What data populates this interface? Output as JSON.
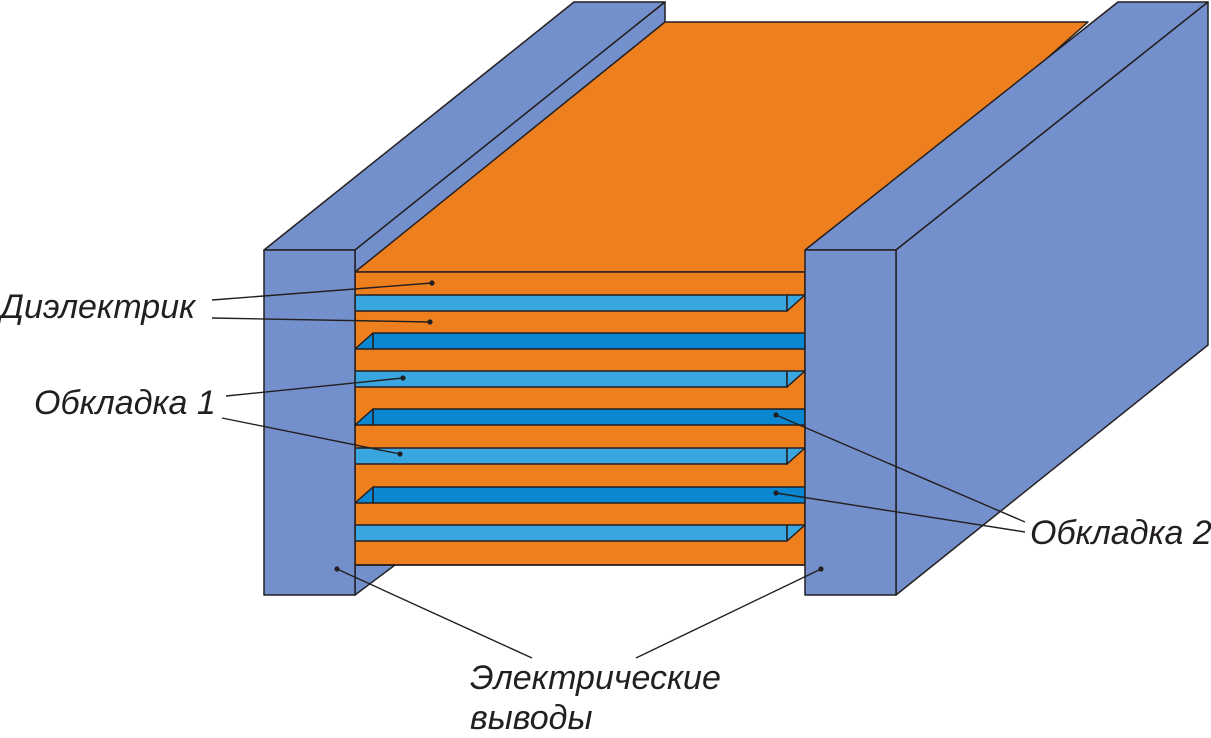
{
  "labels": {
    "dielectric": "Диэлектрик",
    "plate1": "Обкладка 1",
    "plate2": "Обкладка 2",
    "terminals_line1": "Электрические",
    "terminals_line2": "выводы"
  },
  "colors": {
    "dielectric": "#ee7f1e",
    "electrode_1": "#3aa6e0",
    "electrode_2": "#0b86d1",
    "terminal": "#7490cc",
    "outline": "#231f20"
  }
}
